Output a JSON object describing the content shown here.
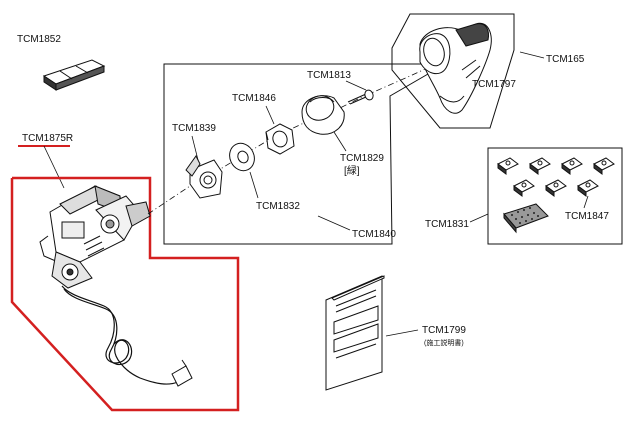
{
  "labels": {
    "tcm1852": "TCM1852",
    "tcm1875r": "TCM1875R",
    "tcm1839": "TCM1839",
    "tcm1846": "TCM1846",
    "tcm1813": "TCM1813",
    "tcm1797": "TCM1797",
    "tcm165": "TCM165",
    "tcm1829": "TCM1829",
    "tcm1829_note": "[緑]",
    "tcm1832": "TCM1832",
    "tcm1840": "TCM1840",
    "tcm1831": "TCM1831",
    "tcm1847": "TCM1847",
    "tcm1799": "TCM1799",
    "tcm1799_note": "(施工説明書)"
  },
  "colors": {
    "highlight": "#d42020",
    "line": "#111111"
  }
}
